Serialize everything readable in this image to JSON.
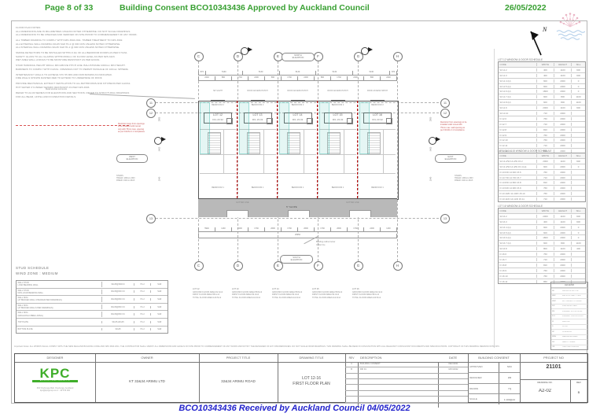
{
  "header": {
    "page_info": "Page 8 of 33",
    "consent_text": "Building Consent BCO10343436 Approved by Auckland Council",
    "date": "26/05/2022",
    "accent_color": "#38a032"
  },
  "icons": {
    "stamp": "auckland-council-pohutukawa-stamp",
    "north_arrow": "north-arrow",
    "stamp_pink": "#e49ab0",
    "stamp_blue": "#8fb8e0"
  },
  "notes_left": {
    "lines": [
      "FLOOR PLAN NOTES:",
      "ALL DIMENSIONS ARE IN MILLIMETRES UNLESS NOTED OTHERWISE. DO NOT SCALE DRAWINGS.",
      "ALL DIMENSIONS TO BE CHECKED AND VERIFIED ON SITE PRIOR TO COMMENCEMENT OF ANY WORK.",
      "",
      "ALL TIMBER FRAMING TO COMPLY WITH NZS 3604:2011. TIMBER TREATMENT TO NZS 3602.",
      "ALL EXTERNAL WALL FRAMING 90x45 SG8 H1.2 @ 600 CRS UNLESS NOTED OTHERWISE.",
      "ALL INTERNAL WALL FRAMING 90x45 SG8 H1.2 @ 600 CRS UNLESS NOTED OTHERWISE.",
      "",
      "SMOKE DETECTORS TO BE INSTALLED WITHIN 3.0m OF ALL BEDROOM DOORS AS PER F7/AS1.",
      "SAFETY GLASS TO ALL GLAZING WITHIN 800mm OF FLOOR LEVEL AS PER NZS 4223.",
      "WET AREA WALL LININGS TO BE MOISTURE RESISTANT AS PER E3/AS1.",
      "",
      "STAIR HANDRAIL HEIGHT 900mm MIN ABOVE PITCH LINE. BALUSTRADE 1000mm MIN HEIGHT.",
      "BARRIERS TO COMPLY WITH F4/AS1. OPENINGS NOT TO PERMIT PASSAGE OF 100mm SPHERE.",
      "",
      "INTERTENANCY WALLS TO ACHIEVE STC 55 MIN AND FRR 60/60/60 AS INDICATED.",
      "FIRE WALLS SHOWN DASHED RED TO EXTEND TO UNDERSIDE OF ROOF.",
      "",
      "PROVIDE MECHANICAL EXTRACT VENTILATION TO ALL BATHROOMS AND KITCHENS PER G4/AS1.",
      "HOT WATER CYLINDER SEISMIC RESTRAINT AS PER NZS 4603.",
      "",
      "REFER TO A2-00 SERIES FOR ELEVATIONS AND SECTIONS. REFER TO STRUCTURAL DRAWINGS",
      "FOR ALL BEAM, LINTEL AND FOUNDATION DETAILS."
    ]
  },
  "red_note_left": {
    "lines": [
      "Restrictor stays from openings",
      "to be installed solid reveal",
      "only with 75mm max. opening",
      "as per F4/AS1 2.1 Compliance"
    ]
  },
  "red_note_right": {
    "lines": [
      "Restrictor from openings to be",
      "installed solid reveal with",
      "75mm max. wall opening as",
      "per F4/AS1 2.1 Compliance"
    ]
  },
  "stud_schedule": {
    "title": "STUD SCHEDULE",
    "subtitle": "WIND ZONE : MEDIUM",
    "rows": [
      {
        "label1": "WALL STUD",
        "label2": "LOAD BEARING WALL",
        "size": "90x45@600CC",
        "treatment": "H1.2",
        "grade": "SG8"
      },
      {
        "label1": "WALL STUD",
        "label2": "NON-LOAD BEARING WALL",
        "size": "90x45@600 CC",
        "treatment": "H1.2",
        "grade": "SG8"
      },
      {
        "label1": "WALL NOG",
        "label2": "(AT BRACED WALL CHECKED PER DRAWINGS)",
        "size": "90x45@800 CC",
        "treatment": "H1.2",
        "grade": "SG8"
      },
      {
        "label1": "WALL NOG",
        "label2": "(AT BRACED WALLS PER DRAWINGS)",
        "size": "90x45@800 CC",
        "treatment": "H1.2",
        "grade": "SG8"
      },
      {
        "label1": "WALL NOG",
        "label2": "(MOULDING FIBRE LINING)",
        "size": "90x45@800 CC",
        "treatment": "H1.2",
        "grade": "SG8"
      },
      {
        "label1": "TOP PLATE",
        "label2": "",
        "size": "90x45+90x45",
        "treatment": "H1.2",
        "grade": "SG8"
      },
      {
        "label1": "BOTTOM PLATE",
        "label2": "",
        "size": "90x45",
        "treatment": "H1.2",
        "grade": "SG8"
      }
    ]
  },
  "plan": {
    "grid_letters": [
      "C",
      "D",
      "E",
      "F",
      "G",
      "H"
    ],
    "grid_numbers": [
      "11",
      "12",
      "13"
    ],
    "elevations": {
      "north": "NORTH\nELEVATION",
      "west": "WEST\nELEVATION",
      "east": "EAST\nELEVATION",
      "south": "SOUTH\nELEVATION"
    },
    "north_label": "N",
    "units": [
      {
        "lot": "LOT 12",
        "ffl": "FFL 23.32",
        "room_top": "BEDROOM 2",
        "room_bottom": "BEDROOM 1"
      },
      {
        "lot": "LOT 13",
        "ffl": "FFL 23.32",
        "room_top": "BEDROOM 2",
        "room_bottom": "BEDROOM 1"
      },
      {
        "lot": "LOT 14",
        "ffl": "FFL 23.32",
        "room_top": "BEDROOM 2",
        "room_bottom": "BEDROOM 1"
      },
      {
        "lot": "LOT 15",
        "ffl": "FFL 23.32",
        "room_top": "BEDROOM 2",
        "room_bottom": "BEDROOM 1"
      },
      {
        "lot": "LOT 16",
        "ffl": "FFL 23.32",
        "room_top": "BEDROOM 2",
        "room_bottom": "BEDROOM 1"
      }
    ],
    "hatch_labels": [
      "SKYLIGHT",
      "ROOF ACCESS HATCH",
      "ROOF ACCESS HATCH",
      "ROOF ACCESS HATCH",
      "ROOF ACCESS HATCH"
    ],
    "annotations": {
      "metal": "Metal window surrounds",
      "stairs": "STAIRS\nTREAD: 280mm MIN\nRISER: 190mm MAX",
      "gutter": "GUTTER LINE",
      "slope": "5° SLOPE",
      "outline1": "Building outline below",
      "outline2": "Gutter line"
    },
    "dims": {
      "top1": [
        "870",
        "5130",
        "5130",
        "5130",
        "5130",
        "5130",
        "870"
      ],
      "top2": [
        "2240",
        "890",
        "1730",
        "2400",
        "890",
        "1730",
        "2400",
        "890",
        "1730",
        "2400",
        "890",
        "2240"
      ],
      "bottom1": [
        "5940",
        "1130",
        "2400",
        "1730",
        "2600",
        "1730",
        "2600",
        "1730",
        "2600",
        "1730",
        "2400",
        "1130"
      ],
      "bottom_total": "25650",
      "left": [
        "2980",
        "5400",
        "1540"
      ],
      "right": [
        "2980",
        "5400",
        "1540"
      ]
    },
    "areas": [
      {
        "lot": "LOT 12",
        "lines": [
          "GROUND FLOOR AREA:62.4m2",
          "FIRST FLOOR AREA:58.1m2",
          "TOTAL FLOOR AREA:120.5m2"
        ]
      },
      {
        "lot": "LOT 13",
        "lines": [
          "GROUND FLOOR AREA:58.6m2",
          "FIRST FLOOR AREA:54.3m2",
          "TOTAL FLOOR AREA:112.9m2"
        ]
      },
      {
        "lot": "LOT 14",
        "lines": [
          "GROUND FLOOR AREA:58.6m2",
          "FIRST FLOOR AREA:54.3m2",
          "TOTAL FLOOR AREA:112.9m2"
        ]
      },
      {
        "lot": "LOT 15",
        "lines": [
          "GROUND FLOOR AREA:58.6m2",
          "FIRST FLOOR AREA:54.3m2",
          "TOTAL FLOOR AREA:112.9m2"
        ]
      },
      {
        "lot": "LOT 16",
        "lines": [
          "GROUND FLOOR AREA:62.4m2",
          "FIRST FLOOR AREA:58.1m2",
          "TOTAL FLOOR AREA:120.5m2"
        ]
      }
    ]
  },
  "window_schedules": [
    {
      "title": "LOT 12 WINDOW & DOOR SCHEDULE",
      "headers": [
        "CODE",
        "WIDTH",
        "HEIGHT",
        "SILL"
      ],
      "rows": [
        [
          "W 12.2",
          "400",
          "1100",
          "900"
        ],
        [
          "W 12.3",
          "400",
          "1100",
          "900"
        ],
        [
          "W 12.4 (H)",
          "600",
          "2000",
          "0"
        ],
        [
          "W 12.5 (H)",
          "600",
          "2000",
          "0"
        ],
        [
          "W 12.6 (H)",
          "1800",
          "2000",
          "0"
        ],
        [
          "W 12.7 (H)",
          "600",
          "800",
          "1100"
        ],
        [
          "W 12.8 (H)",
          "600",
          "800",
          "1100"
        ],
        [
          "W 12.9",
          "2000",
          "1100",
          "900"
        ],
        [
          "W 12.10",
          "710",
          "2000",
          ""
        ],
        [
          "D 12.6",
          "760",
          "2000",
          ""
        ],
        [
          "D 12.7",
          "710",
          "2000",
          ""
        ],
        [
          "D 12.8",
          "810",
          "2000",
          ""
        ],
        [
          "D 12.9",
          "760",
          "2000",
          ""
        ],
        [
          "D 12.10",
          "760",
          "2000",
          ""
        ],
        [
          "D 12.11",
          "710",
          "2000",
          ""
        ],
        [
          "D 12.12",
          "860",
          "2000",
          ""
        ]
      ]
    },
    {
      "title": "LOT 13&14&15 WINDOW & DOOR SCHEDULE",
      "headers": [
        "CODE",
        "WIDTH",
        "HEIGHT",
        "SILL"
      ],
      "rows": [
        [
          "W 13.2/W 14.2/W 15.2",
          "2000",
          "1100",
          "900"
        ],
        [
          "W 13.4/W 14.4/W 15.4 (H)",
          "600",
          "2000",
          "0"
        ],
        [
          "D 13.6/D 14.6/D 15.6",
          "760",
          "2000",
          ""
        ],
        [
          "D 13.7/D 14.7/D 15.7",
          "710",
          "2000",
          ""
        ],
        [
          "D 13.8/D 14.8/D 15.8",
          "810",
          "2000",
          ""
        ],
        [
          "D 13.9/D 14.9/D 15.9",
          "760",
          "2000",
          ""
        ],
        [
          "D 13.10/D 14.10/D 15.10",
          "760",
          "2000",
          ""
        ],
        [
          "D 13.11/D 14.11/D 15.11",
          "710",
          "2000",
          ""
        ]
      ]
    },
    {
      "title": "LOT 16 WINDOW & DOOR SCHEDULE",
      "headers": [
        "CODE",
        "WIDTH",
        "HEIGHT",
        "SILL"
      ],
      "rows": [
        [
          "W 16.2",
          "2000",
          "1100",
          "900"
        ],
        [
          "W 16.3",
          "400",
          "1100",
          "900"
        ],
        [
          "W 16.4 (H)",
          "600",
          "2000",
          "0"
        ],
        [
          "W 16.5 (H)",
          "600",
          "2000",
          "0"
        ],
        [
          "W 16.6 (H)",
          "1800",
          "2000",
          "0"
        ],
        [
          "W 16.7 (H)",
          "600",
          "800",
          "1100"
        ],
        [
          "W 16.8",
          "800",
          "1100",
          "400"
        ],
        [
          "D 16.6",
          "760",
          "2000",
          ""
        ],
        [
          "D 16.7",
          "710",
          "2000",
          ""
        ],
        [
          "D 16.8",
          "810",
          "2000",
          ""
        ],
        [
          "D 16.9",
          "760",
          "2000",
          ""
        ],
        [
          "D 16.10",
          "760",
          "2000",
          ""
        ],
        [
          "D 16.11",
          "860",
          "2000",
          ""
        ]
      ]
    }
  ],
  "legend": {
    "title": "LEGEND",
    "rows": [
      [
        "SD",
        "SMOKE DETECTOR"
      ],
      [
        "MEV",
        "MECH. EXTRACT VENT"
      ],
      [
        "HWC",
        "HOT WATER CYLINDER"
      ],
      [
        "FW",
        "FIRE RATED WALL"
      ],
      [
        "FFL",
        "FINISHED FLOOR LEVEL"
      ],
      [
        "FCL",
        "FINISHED CEILING LEVEL"
      ],
      [
        "W",
        "WINDOW"
      ],
      [
        "D",
        "DOOR"
      ],
      [
        "DP",
        "DOWNPIPE"
      ],
      [
        "RWH",
        "RAINWATER HEAD"
      ],
      [
        "SG",
        "SAFETY GLASS"
      ],
      [
        "OB",
        "OBSCURE GLAZING"
      ]
    ]
  },
  "important_notes": "Important Notes: ALL WORKS SHALL COMPLY WITH THE NEW ZEALAND BUILDING CODE AND NZS 3604:2011. THE CONTRACTOR SHALL VERIFY ALL DIMENSIONS AND LEVELS ON SITE PRIOR TO COMMENCEMENT OF ANY WORK AND NOTIFY THE DESIGNER OF ANY DISCREPANCIES. DO NOT SCALE FROM DRAWINGS. THIS DRAWING SHALL BE READ IN CONJUNCTION WITH ALL RELEVANT CONSULTANT DOCUMENTS AND SPECIFICATIONS. COPYRIGHT OF THIS DRAWING REMAINS WITH KPC.",
  "title_block": {
    "headers": {
      "designer": "DESIGNER",
      "owner": "OWNER",
      "project_title": "PROJECT TITLE",
      "drawing_title": "DRAWING TITLE",
      "rev": "REV",
      "description": "DESCRIPTION",
      "date": "DATE",
      "building_consent": "BUILDING CONSENT",
      "project_no": "PROJECT NO"
    },
    "owner": "KT 32&34 ARIMU LTD",
    "project_title": "32&34 ARIMU ROAD",
    "drawing_title_1": "LOT 12-16",
    "drawing_title_2": "FIRST FLOOR PLAN",
    "revisions": [
      {
        "rev": "A",
        "desc": "BUILDING CONSENT",
        "date": "DEC/2021"
      },
      {
        "rev": "B",
        "desc": "RFI 01",
        "date": "MAY/2022"
      }
    ],
    "consent_rows": [
      [
        "APPROVED",
        "SKC"
      ],
      [
        "DESIGNER",
        "ZM"
      ],
      [
        "DRAWN",
        "YQ"
      ],
      [
        "SCALE",
        "1:100@A2"
      ]
    ],
    "project_no": "21101",
    "drawing_no_label": "DRAWING NO.",
    "drawing_no": "A2-02",
    "rev_label": "REV",
    "rev": "B",
    "logo": {
      "text": "KPC",
      "tagline": "ARCHITECTURAL DESIGN LTD",
      "address": "363 Onehunga Mall, Onehunga, Auckland",
      "contact": "kpc@kpcgroup.co.nz   ·   09 579 000",
      "color": "#3fae2a"
    }
  },
  "footer": {
    "received_text": "BCO10343436 Received by Auckland Council 04/05/2022",
    "color": "#2424cc"
  }
}
